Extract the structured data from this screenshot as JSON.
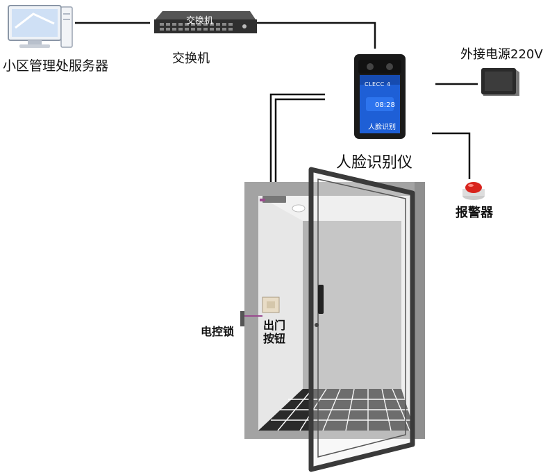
{
  "labels": {
    "server": "小区管理处服务器",
    "switch": "交换机",
    "power": "外接电源220V",
    "face_device": "人脸识别仪",
    "alarm": "报警器",
    "lock": "电控锁",
    "exit_button": "出门按钮"
  },
  "switch_text": "交换机",
  "screen": {
    "top": "CLECC 4",
    "time": "08:28",
    "bottom": "人脸识别"
  },
  "colors": {
    "line": "#111111",
    "frame": "#3a3a3a",
    "wall": "#9a9a9a",
    "alarm_red": "#d8231c",
    "screen_blue": "#1e5fd6"
  }
}
